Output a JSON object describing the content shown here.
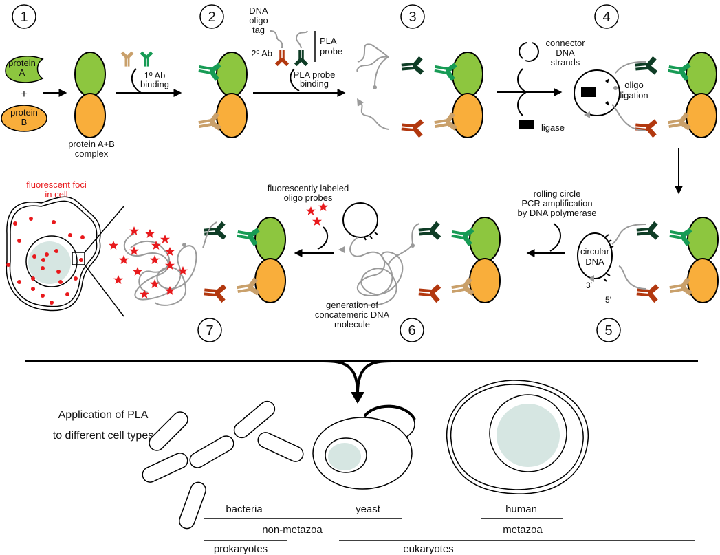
{
  "steps": [
    "1",
    "2",
    "3",
    "4",
    "5",
    "6",
    "7"
  ],
  "labels": {
    "protein_a": [
      "protein",
      "A"
    ],
    "protein_b": [
      "protein",
      "B"
    ],
    "plus": "+",
    "complex": [
      "protein A+B",
      "complex"
    ],
    "primary_binding": [
      "1º Ab",
      "binding"
    ],
    "dna_oligo_tag": [
      "DNA",
      "oligo",
      "tag"
    ],
    "secondary_ab": "2º Ab",
    "pla_probe": [
      "PLA",
      "probe"
    ],
    "pla_probe_binding": [
      "PLA probe",
      "binding"
    ],
    "connector": [
      "connector",
      "DNA",
      "strands"
    ],
    "ligase": "ligase",
    "oligo_ligation": [
      "oligo",
      "ligation"
    ],
    "rolling_circle": [
      "rolling circle",
      "PCR amplification",
      "by DNA polymerase"
    ],
    "circular_dna": [
      "circular",
      "DNA"
    ],
    "three_prime": "3′",
    "five_prime": "5′",
    "fluor_probes": [
      "fluorescently labeled",
      "oligo probes"
    ],
    "concatemer": [
      "generation of",
      "concatemeric DNA",
      "molecule"
    ],
    "fluor_foci": [
      "fluorescent foci",
      "in cell"
    ]
  },
  "application": {
    "title": [
      "Application of PLA",
      "to different cell types"
    ],
    "cells": [
      "bacteria",
      "yeast",
      "human"
    ],
    "groups1": [
      "non-metazoa",
      "metazoa"
    ],
    "groups2": [
      "prokaryotes",
      "eukaryotes"
    ]
  },
  "colors": {
    "protein_a": "#8dc63f",
    "protein_b": "#f9ae3b",
    "primary_ab_a": "#179b55",
    "primary_ab_b": "#c9a06b",
    "secondary_ab_a": "#0f3d26",
    "secondary_ab_b": "#b2380f",
    "fluor": "#e8191c",
    "nucleus": "#d6e6e2"
  }
}
